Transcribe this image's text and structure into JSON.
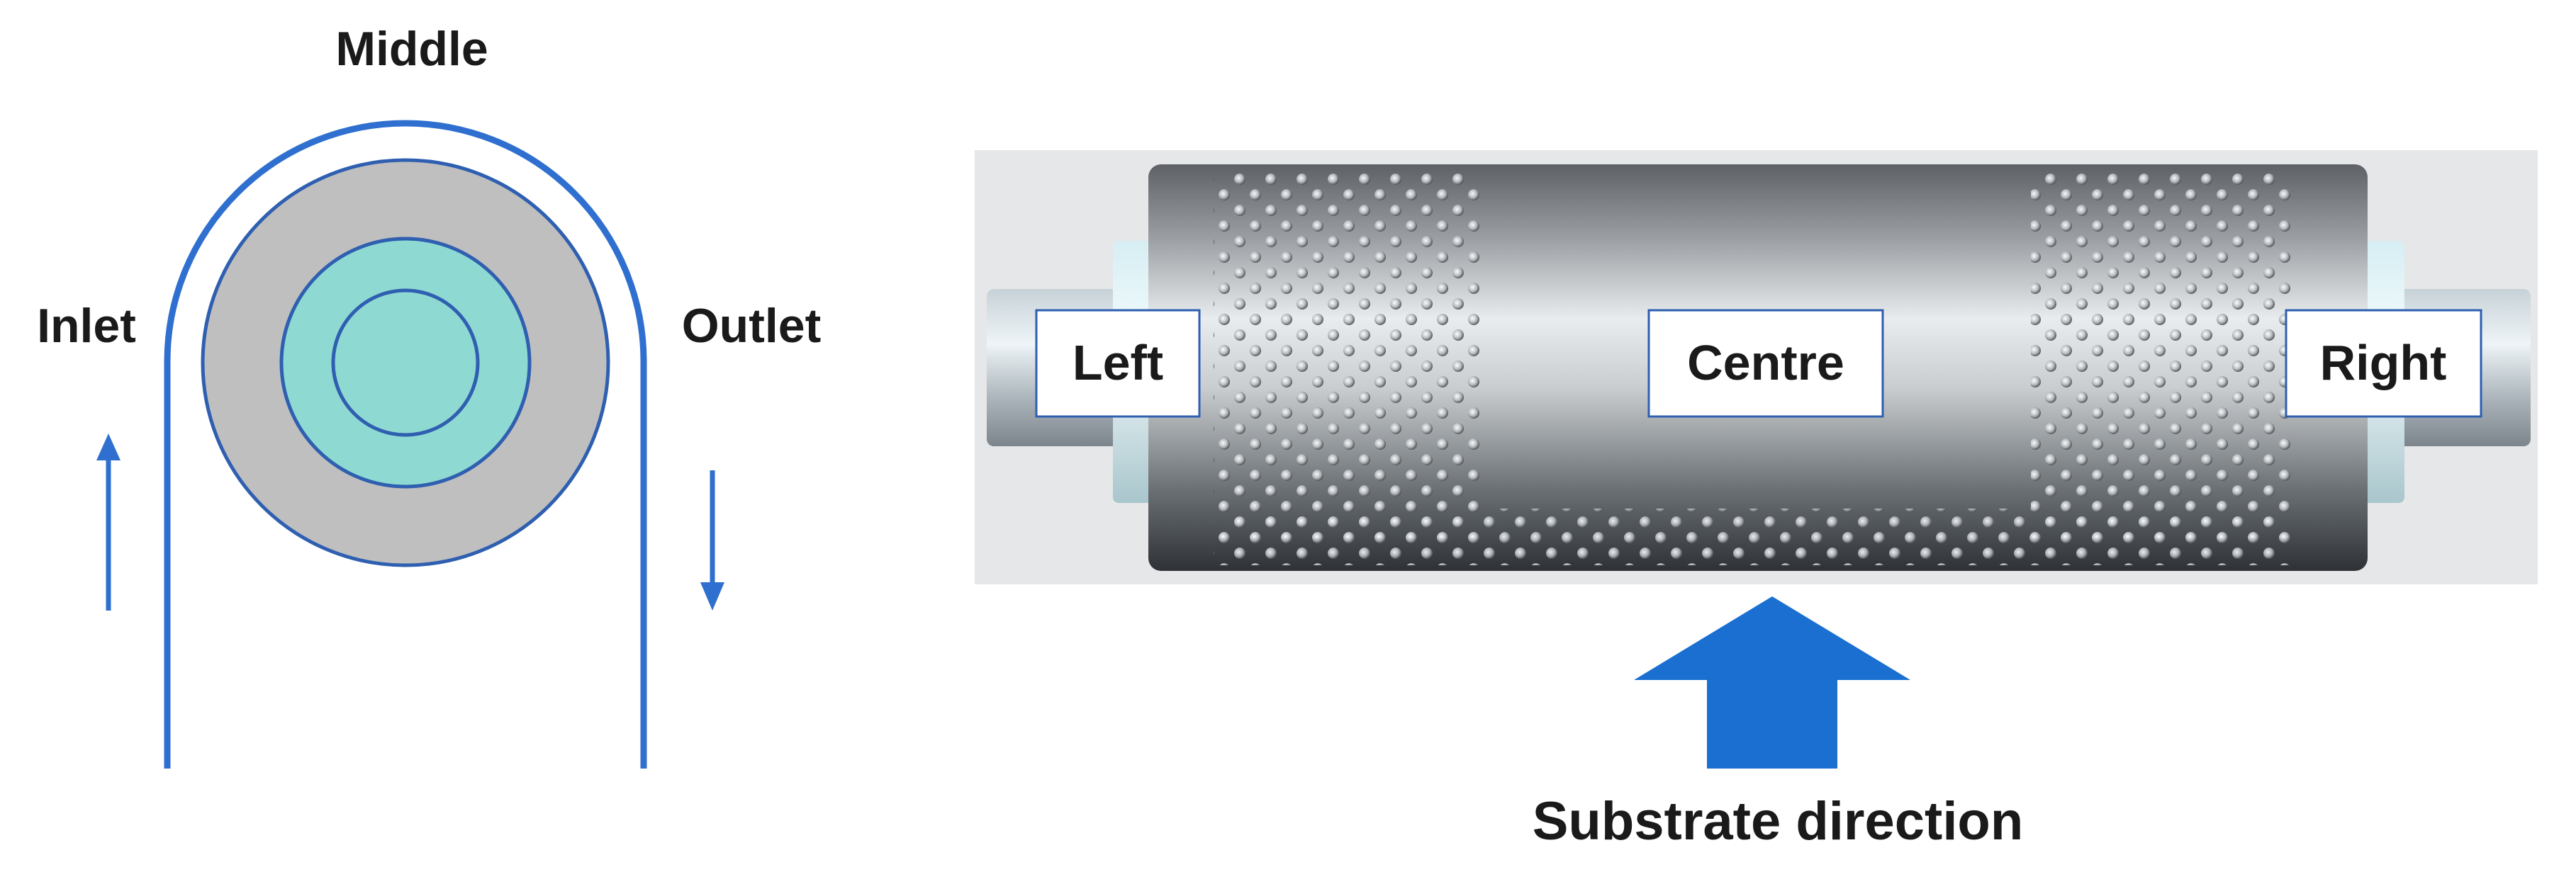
{
  "left_diagram": {
    "label_top": "Middle",
    "label_left": "Inlet",
    "label_right": "Outlet"
  },
  "right_diagram": {
    "label_left": "Left",
    "label_centre": "Centre",
    "label_right": "Right",
    "arrow_label": "Substrate direction"
  },
  "colors": {
    "line_blue": "#2f6fcf",
    "arrow_blue": "#1a6fd0",
    "roller_grey": "#bfbfbf",
    "core_teal": "#8fd9d3"
  }
}
